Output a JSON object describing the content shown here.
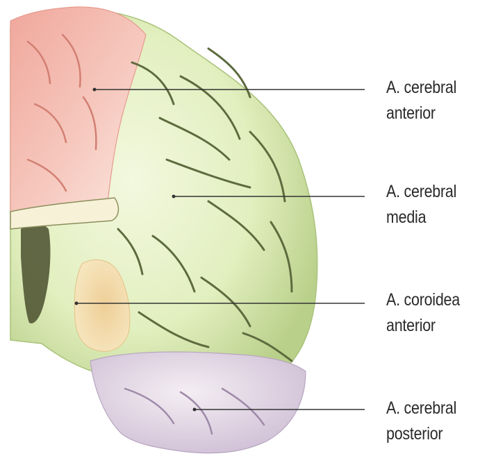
{
  "labels": [
    {
      "line1": "A. cerebral",
      "line2": "anterior",
      "color": "#f2b7ae"
    },
    {
      "line1": "A. cerebral",
      "line2": "media",
      "color": "#e3f0c4"
    },
    {
      "line1": "A. coroidea",
      "line2": "anterior",
      "color": "#f2d9a6"
    },
    {
      "line1": "A. cerebral",
      "line2": "posterior",
      "color": "#e6dcea"
    }
  ],
  "colors": {
    "anterior_cerebral": "#f2b7ae",
    "middle_cerebral": "#e3f0c4",
    "anterior_choroidal": "#f2d9a6",
    "posterior_cerebral": "#e6dcea",
    "sulcus": "#5a6a40",
    "leader_line": "#333333"
  }
}
